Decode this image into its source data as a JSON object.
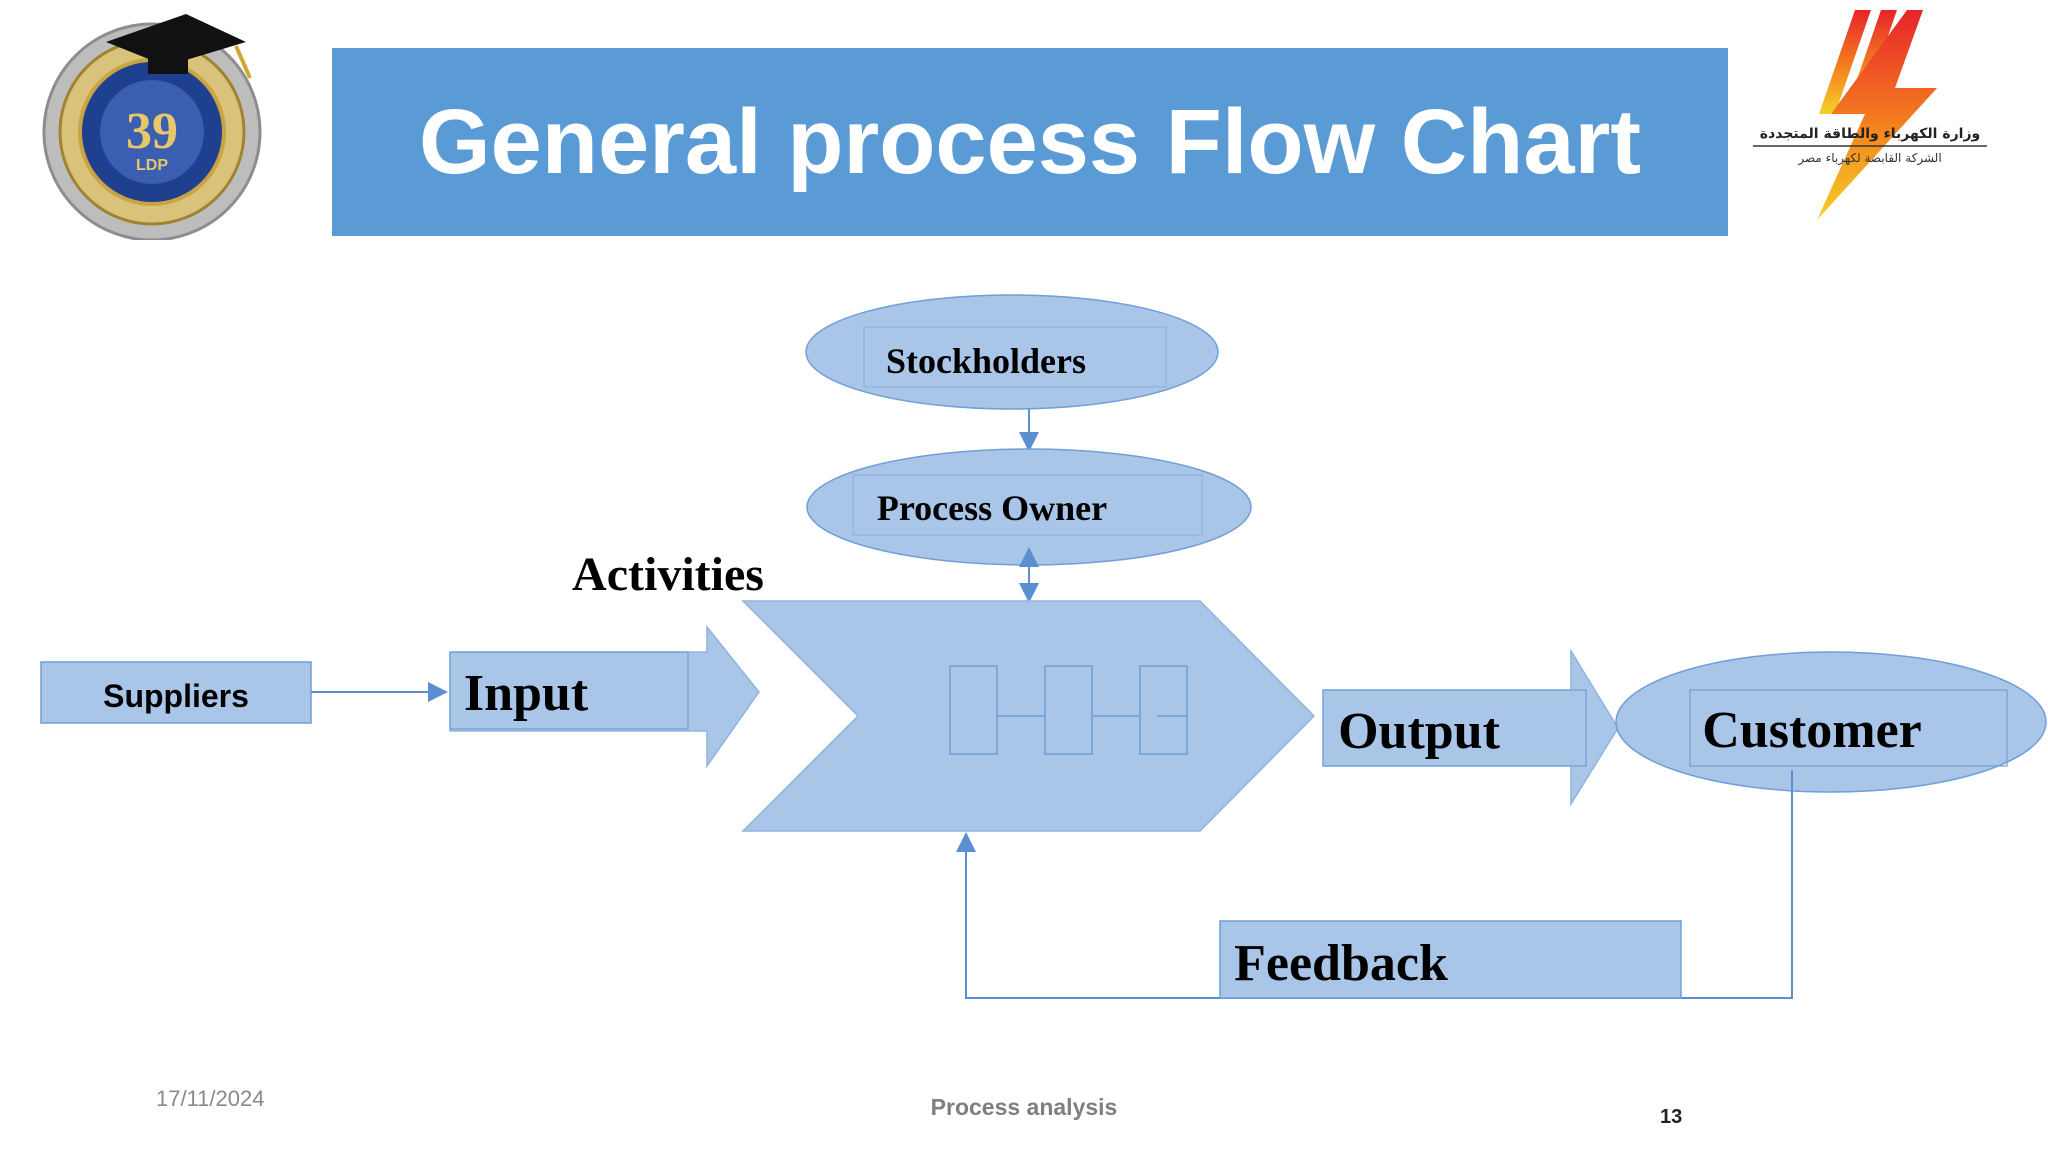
{
  "slide": {
    "title": "General process Flow Chart",
    "logo_left": {
      "number": "39",
      "sub": "LDP"
    },
    "logo_right": {
      "line1": "وزارة الكهرباء والطاقة المتجددة",
      "line2": "الشركة القابضة لكهرباء مصر"
    }
  },
  "diagram": {
    "stockholders": "Stockholders",
    "process_owner": "Process Owner",
    "activities": "Activities",
    "suppliers": "Suppliers",
    "input": "Input",
    "output": "Output",
    "customer": "Customer",
    "feedback": "Feedback"
  },
  "footer": {
    "date": "17/11/2024",
    "center": "Process analysis",
    "page": "13"
  },
  "colors": {
    "title_bg": "#5b9bd5",
    "shape_fill": "#a9c6e8",
    "shape_stroke": "#6f9fd6",
    "text": "#000000"
  }
}
